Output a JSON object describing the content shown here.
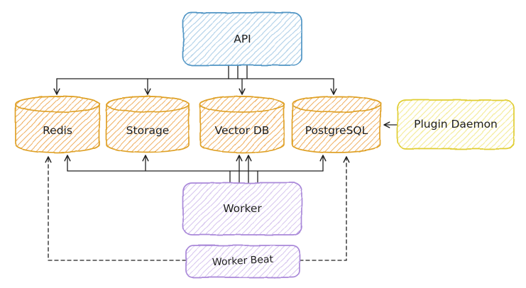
{
  "diagram": {
    "nodes": {
      "api": {
        "label": "API",
        "shape": "rounded-rectangle",
        "color": "#4f94c4"
      },
      "redis": {
        "label": "Redis",
        "shape": "cylinder",
        "color": "#dfa128"
      },
      "storage": {
        "label": "Storage",
        "shape": "cylinder",
        "color": "#dfa128"
      },
      "vector_db": {
        "label": "Vector DB",
        "shape": "cylinder",
        "color": "#dfa128"
      },
      "postgresql": {
        "label": "PostgreSQL",
        "shape": "cylinder",
        "color": "#dfa128"
      },
      "plugin_daemon": {
        "label": "Plugin Daemon",
        "shape": "rounded-rectangle",
        "color": "#e0cd30"
      },
      "worker": {
        "label": "Worker",
        "shape": "rounded-rectangle",
        "color": "#a988d9"
      },
      "worker_beat": {
        "label": "Worker Beat",
        "shape": "rounded-rectangle",
        "color": "#a988d9"
      }
    },
    "edges": [
      {
        "from": "api",
        "to": "redis",
        "style": "solid-arrow"
      },
      {
        "from": "api",
        "to": "storage",
        "style": "solid-arrow"
      },
      {
        "from": "api",
        "to": "vector_db",
        "style": "solid-arrow"
      },
      {
        "from": "api",
        "to": "postgresql",
        "style": "solid-arrow"
      },
      {
        "from": "worker",
        "to": "redis",
        "style": "solid-arrow"
      },
      {
        "from": "worker",
        "to": "storage",
        "style": "solid-arrow"
      },
      {
        "from": "worker",
        "to": "vector_db",
        "style": "solid-arrow"
      },
      {
        "from": "worker",
        "to": "postgresql",
        "style": "solid-arrow"
      },
      {
        "from": "plugin_daemon",
        "to": "postgresql",
        "style": "solid-arrow"
      },
      {
        "from": "worker_beat",
        "to": "redis",
        "style": "dashed-arrow"
      },
      {
        "from": "worker_beat",
        "to": "postgresql",
        "style": "dashed-arrow"
      }
    ],
    "colors": {
      "api_stroke": "#4f94c4",
      "api_hatch": "#aecfe8",
      "database_stroke": "#dfa128",
      "database_hatch": "#efae5e",
      "plugin_stroke": "#e0cd30",
      "plugin_hatch": "#f4eb96",
      "worker_stroke": "#a988d9",
      "worker_hatch": "#d5c3ee",
      "edge": "#202020",
      "background": "#ffffff"
    }
  }
}
